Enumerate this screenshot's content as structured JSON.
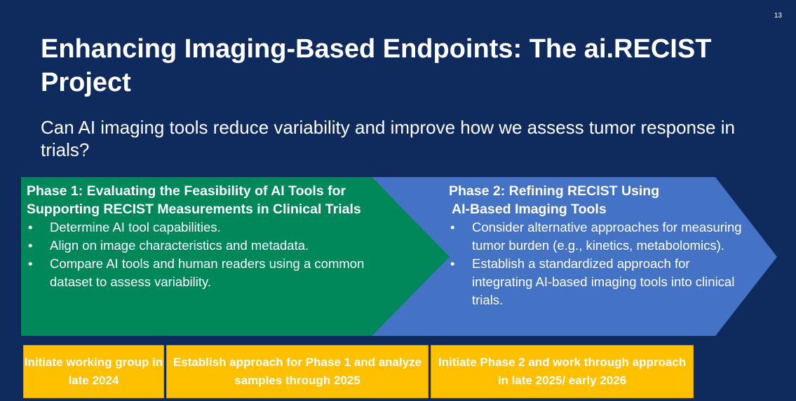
{
  "slide_number": "13",
  "title": "Enhancing Imaging-Based Endpoints: The ai.RECIST Project",
  "subtitle": "Can AI imaging tools reduce variability and improve how we assess tumor response in trials?",
  "colors": {
    "background": "#0f2a5c",
    "phase1_arrow": "#00875a",
    "phase2_arrow": "#4472c4",
    "timeline_box": "#ffc000"
  },
  "phase1": {
    "heading": "Phase 1: Evaluating the Feasibility of AI Tools for Supporting RECIST Measurements in Clinical Trials",
    "bullets": [
      "Determine AI tool capabilities.",
      "Align on image characteristics and metadata.",
      "Compare AI tools and human readers using a common dataset to assess variability."
    ]
  },
  "phase2": {
    "heading_line1": "Phase 2: Refining RECIST Using",
    "heading_line2": "AI-Based Imaging Tools",
    "bullets": [
      "Consider alternative approaches for measuring tumor burden (e.g., kinetics, metabolomics).",
      "Establish a standardized approach for integrating AI-based imaging tools into clinical trials."
    ]
  },
  "timeline": [
    "Initiate working group in late 2024",
    "Establish approach for Phase 1 and analyze samples through 2025",
    "Initiate Phase 2 and work through approach in late 2025/ early 2026"
  ],
  "bullet_glyph": "•"
}
